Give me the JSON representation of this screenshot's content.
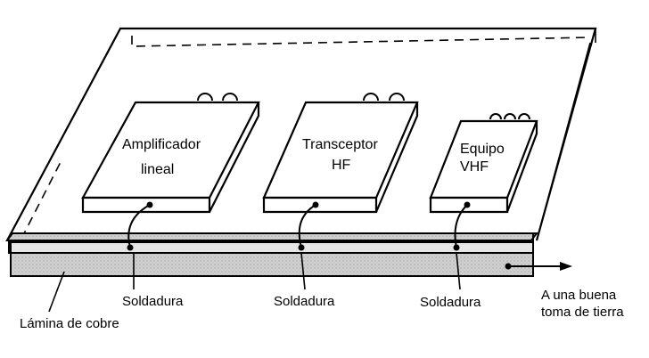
{
  "colors": {
    "ink": "#000000",
    "background": "#ffffff",
    "copper_strip": "#cfcfcf"
  },
  "devices": {
    "amplifier": {
      "line1": "Amplificador",
      "line2": "lineal"
    },
    "transceiver": {
      "line1": "Transceptor",
      "line2": "HF"
    },
    "vhf": {
      "line1": "Equipo",
      "line2": "VHF"
    }
  },
  "solder_labels": [
    "Soldadura",
    "Soldadura",
    "Soldadura"
  ],
  "copper_sheet_label": "Lámina de cobre",
  "ground_label": {
    "line1": "A una buena",
    "line2": "toma de tierra"
  },
  "icons": {
    "arrow": "arrow-right-icon",
    "connector": "connector-knob-icon"
  }
}
